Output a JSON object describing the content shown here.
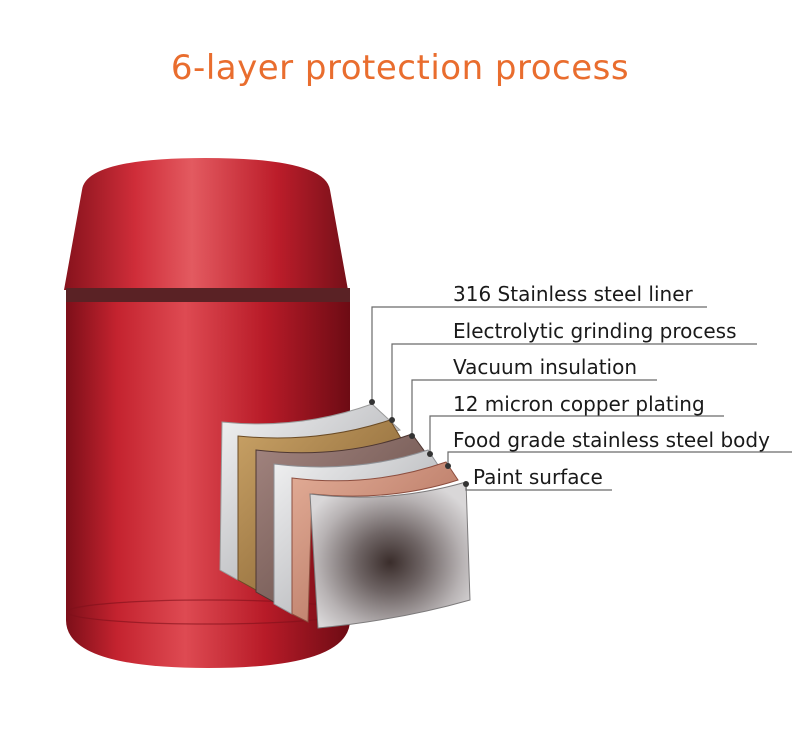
{
  "title": "6-layer protection process",
  "layers": [
    {
      "label": "316 Stainless steel liner",
      "icon": "liner-layer-icon",
      "color": "#bfc2c7"
    },
    {
      "label": "Electrolytic grinding process",
      "icon": "grinding-layer-icon",
      "color": "#a07b42"
    },
    {
      "label": "Vacuum insulation",
      "icon": "vacuum-layer-icon",
      "color": "#8a6b63"
    },
    {
      "label": "12 micron copper plating",
      "icon": "copper-layer-icon",
      "color": "#c88f7e"
    },
    {
      "label": "Food grade stainless steel body",
      "icon": "body-layer-icon",
      "color": "#d8d8da"
    },
    {
      "label": "Paint surface",
      "icon": "paint-layer-icon",
      "color": "#8d8b8e"
    }
  ],
  "colors": {
    "title": "#e96d2e",
    "container_red": "#c1212e",
    "band": "#5a2225"
  }
}
